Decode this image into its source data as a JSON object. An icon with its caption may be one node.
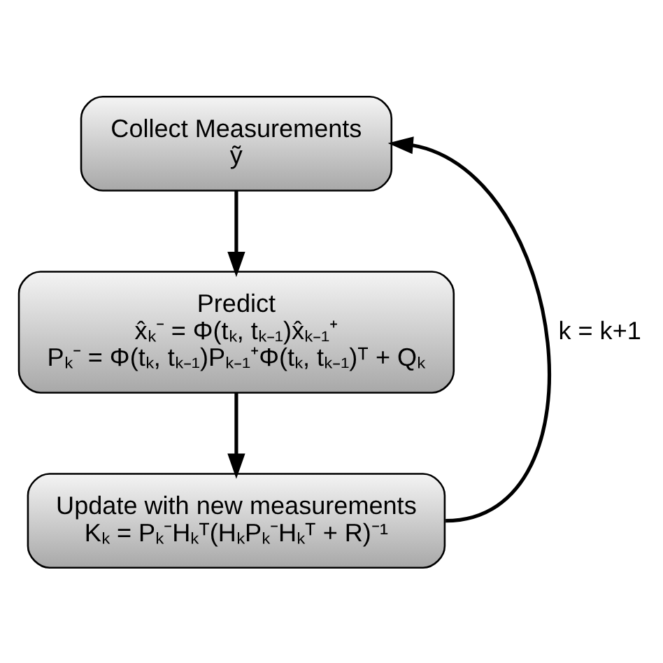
{
  "diagram": {
    "nodes": [
      {
        "text": [
          "Collect Measurements",
          "ỹ"
        ]
      },
      {
        "text": [
          "Predict",
          "x̂ₖ⁻ = Φ(tₖ, tₖ₋₁)x̂ₖ₋₁⁺",
          "Pₖ⁻ = Φ(tₖ, tₖ₋₁)Pₖ₋₁⁺Φ(tₖ, tₖ₋₁)ᵀ + Qₖ"
        ]
      },
      {
        "text": [
          "Update with new measurements",
          "Kₖ = Pₖ⁻Hₖᵀ(HₖPₖ⁻Hₖᵀ + R)⁻¹"
        ]
      }
    ],
    "edges": [
      {
        "from": 0,
        "to": 1,
        "arrow": "to"
      },
      {
        "from": 1,
        "to": 2,
        "arrow": "to"
      },
      {
        "from": 2,
        "to": 0,
        "arrow": "to",
        "label": "k = k+1"
      }
    ]
  }
}
